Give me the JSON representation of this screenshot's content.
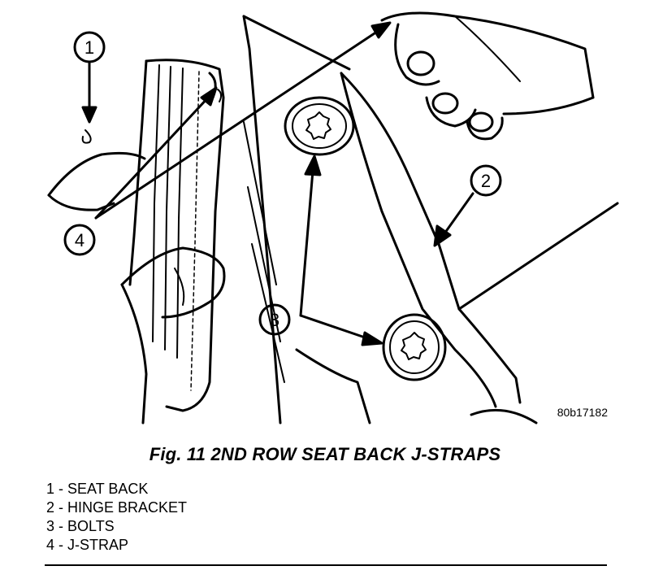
{
  "figure": {
    "caption": "Fig. 11 2ND ROW SEAT BACK J-STRAPS",
    "image_code": "80b17182",
    "callouts": [
      "1",
      "2",
      "3",
      "4"
    ]
  },
  "legend": {
    "items": [
      "1 - SEAT BACK",
      "2 - HINGE BRACKET",
      "3 - BOLTS",
      "4 - J-STRAP"
    ]
  }
}
